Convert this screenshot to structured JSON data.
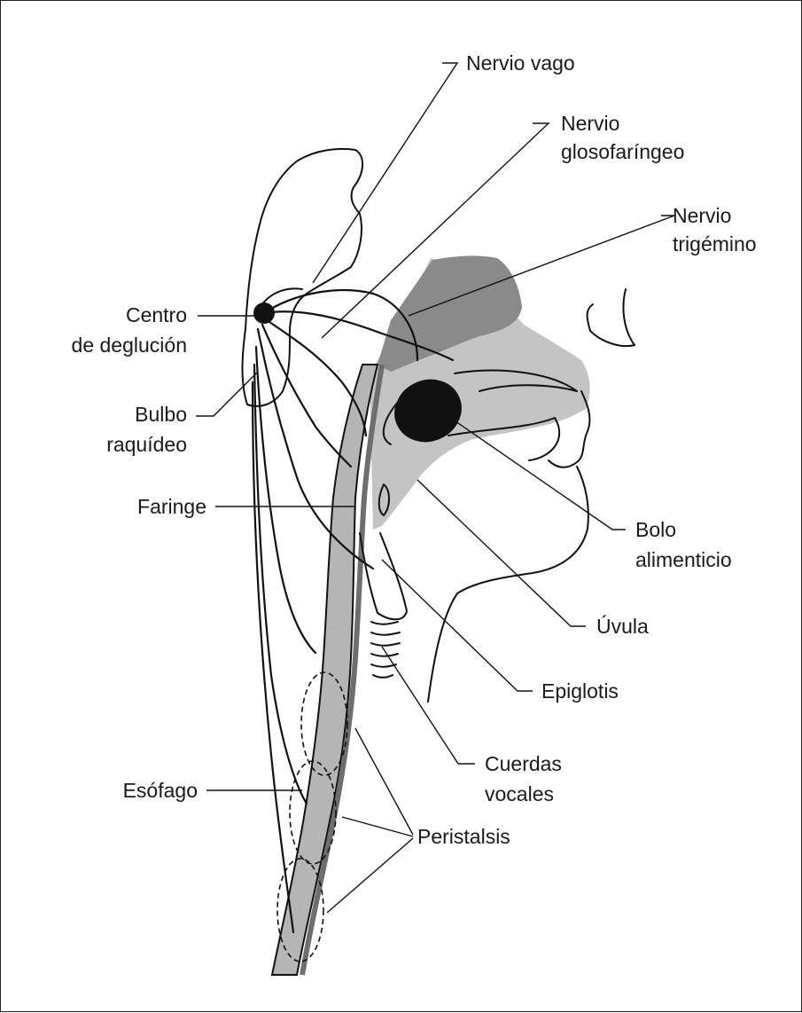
{
  "labels": {
    "nervio_vago": "Nervio vago",
    "nervio_glosofaringeo_1": "Nervio",
    "nervio_glosofaringeo_2": "glosofaríngeo",
    "nervio_trigemino_1": "Nervio",
    "nervio_trigemino_2": "trigémino",
    "centro_deglucion_1": "Centro",
    "centro_deglucion_2": "de deglución",
    "bulbo_1": "Bulbo",
    "bulbo_2": "raquídeo",
    "faringe": "Faringe",
    "bolo_1": "Bolo",
    "bolo_2": "alimenticio",
    "uvula": "Úvula",
    "epiglotis": "Epiglotis",
    "cuerdas_1": "Cuerdas",
    "cuerdas_2": "vocales",
    "esofago": "Esófago",
    "peristalsis": "Peristalsis"
  },
  "colors": {
    "light_gray": "#c4c4c4",
    "mid_gray": "#8a8a8a",
    "tube_gray": "#b5b5b5",
    "ink": "#111111"
  }
}
